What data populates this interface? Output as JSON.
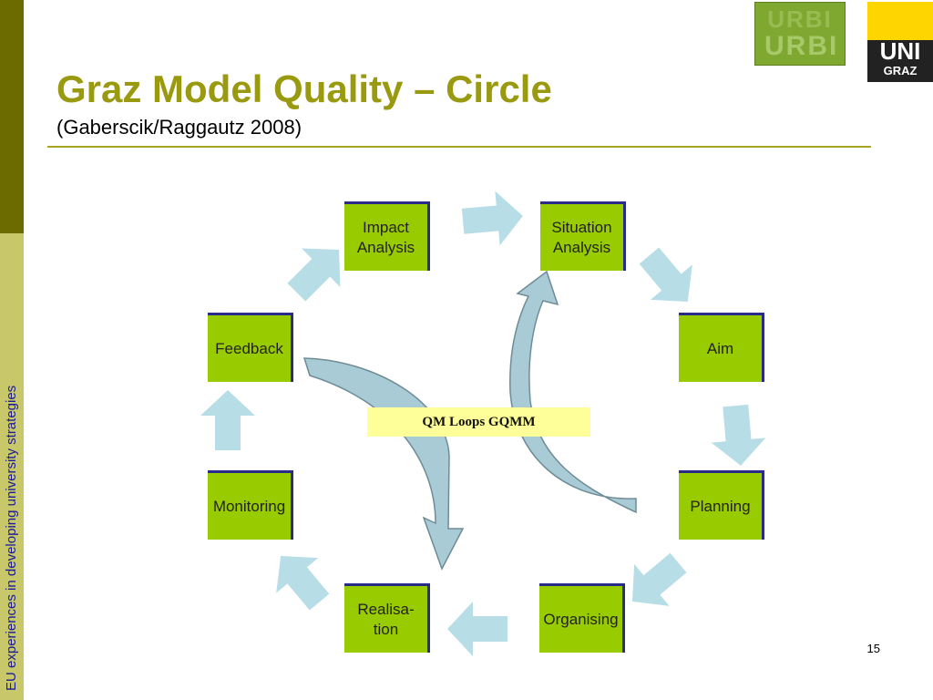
{
  "sidebar": {
    "text": "EU experiences in developing university strategies"
  },
  "header": {
    "title": "Graz Model Quality – Circle",
    "subtitle": "(Gaberscik/Raggautz 2008)"
  },
  "logos": {
    "urbi": {
      "text": "URBI"
    },
    "uni_graz": {
      "uni": "UNI",
      "graz": "GRAZ"
    }
  },
  "diagram": {
    "center_label": "QM Loops GQMM",
    "steps": [
      {
        "label": "Impact\nAnalysis"
      },
      {
        "label": "Situation\nAnalysis"
      },
      {
        "label": "Aim"
      },
      {
        "label": "Planning"
      },
      {
        "label": "Organising"
      },
      {
        "label": "Realisa-\ntion"
      },
      {
        "label": "Monitoring"
      },
      {
        "label": "Feedback"
      }
    ]
  },
  "colors": {
    "box_fill": "#99cc00",
    "box_border": "#2a2a8a",
    "arrow_fill": "#b7dde6",
    "title": "#9a9a10",
    "label_bg": "#ffff99"
  },
  "page": {
    "number": "15"
  }
}
